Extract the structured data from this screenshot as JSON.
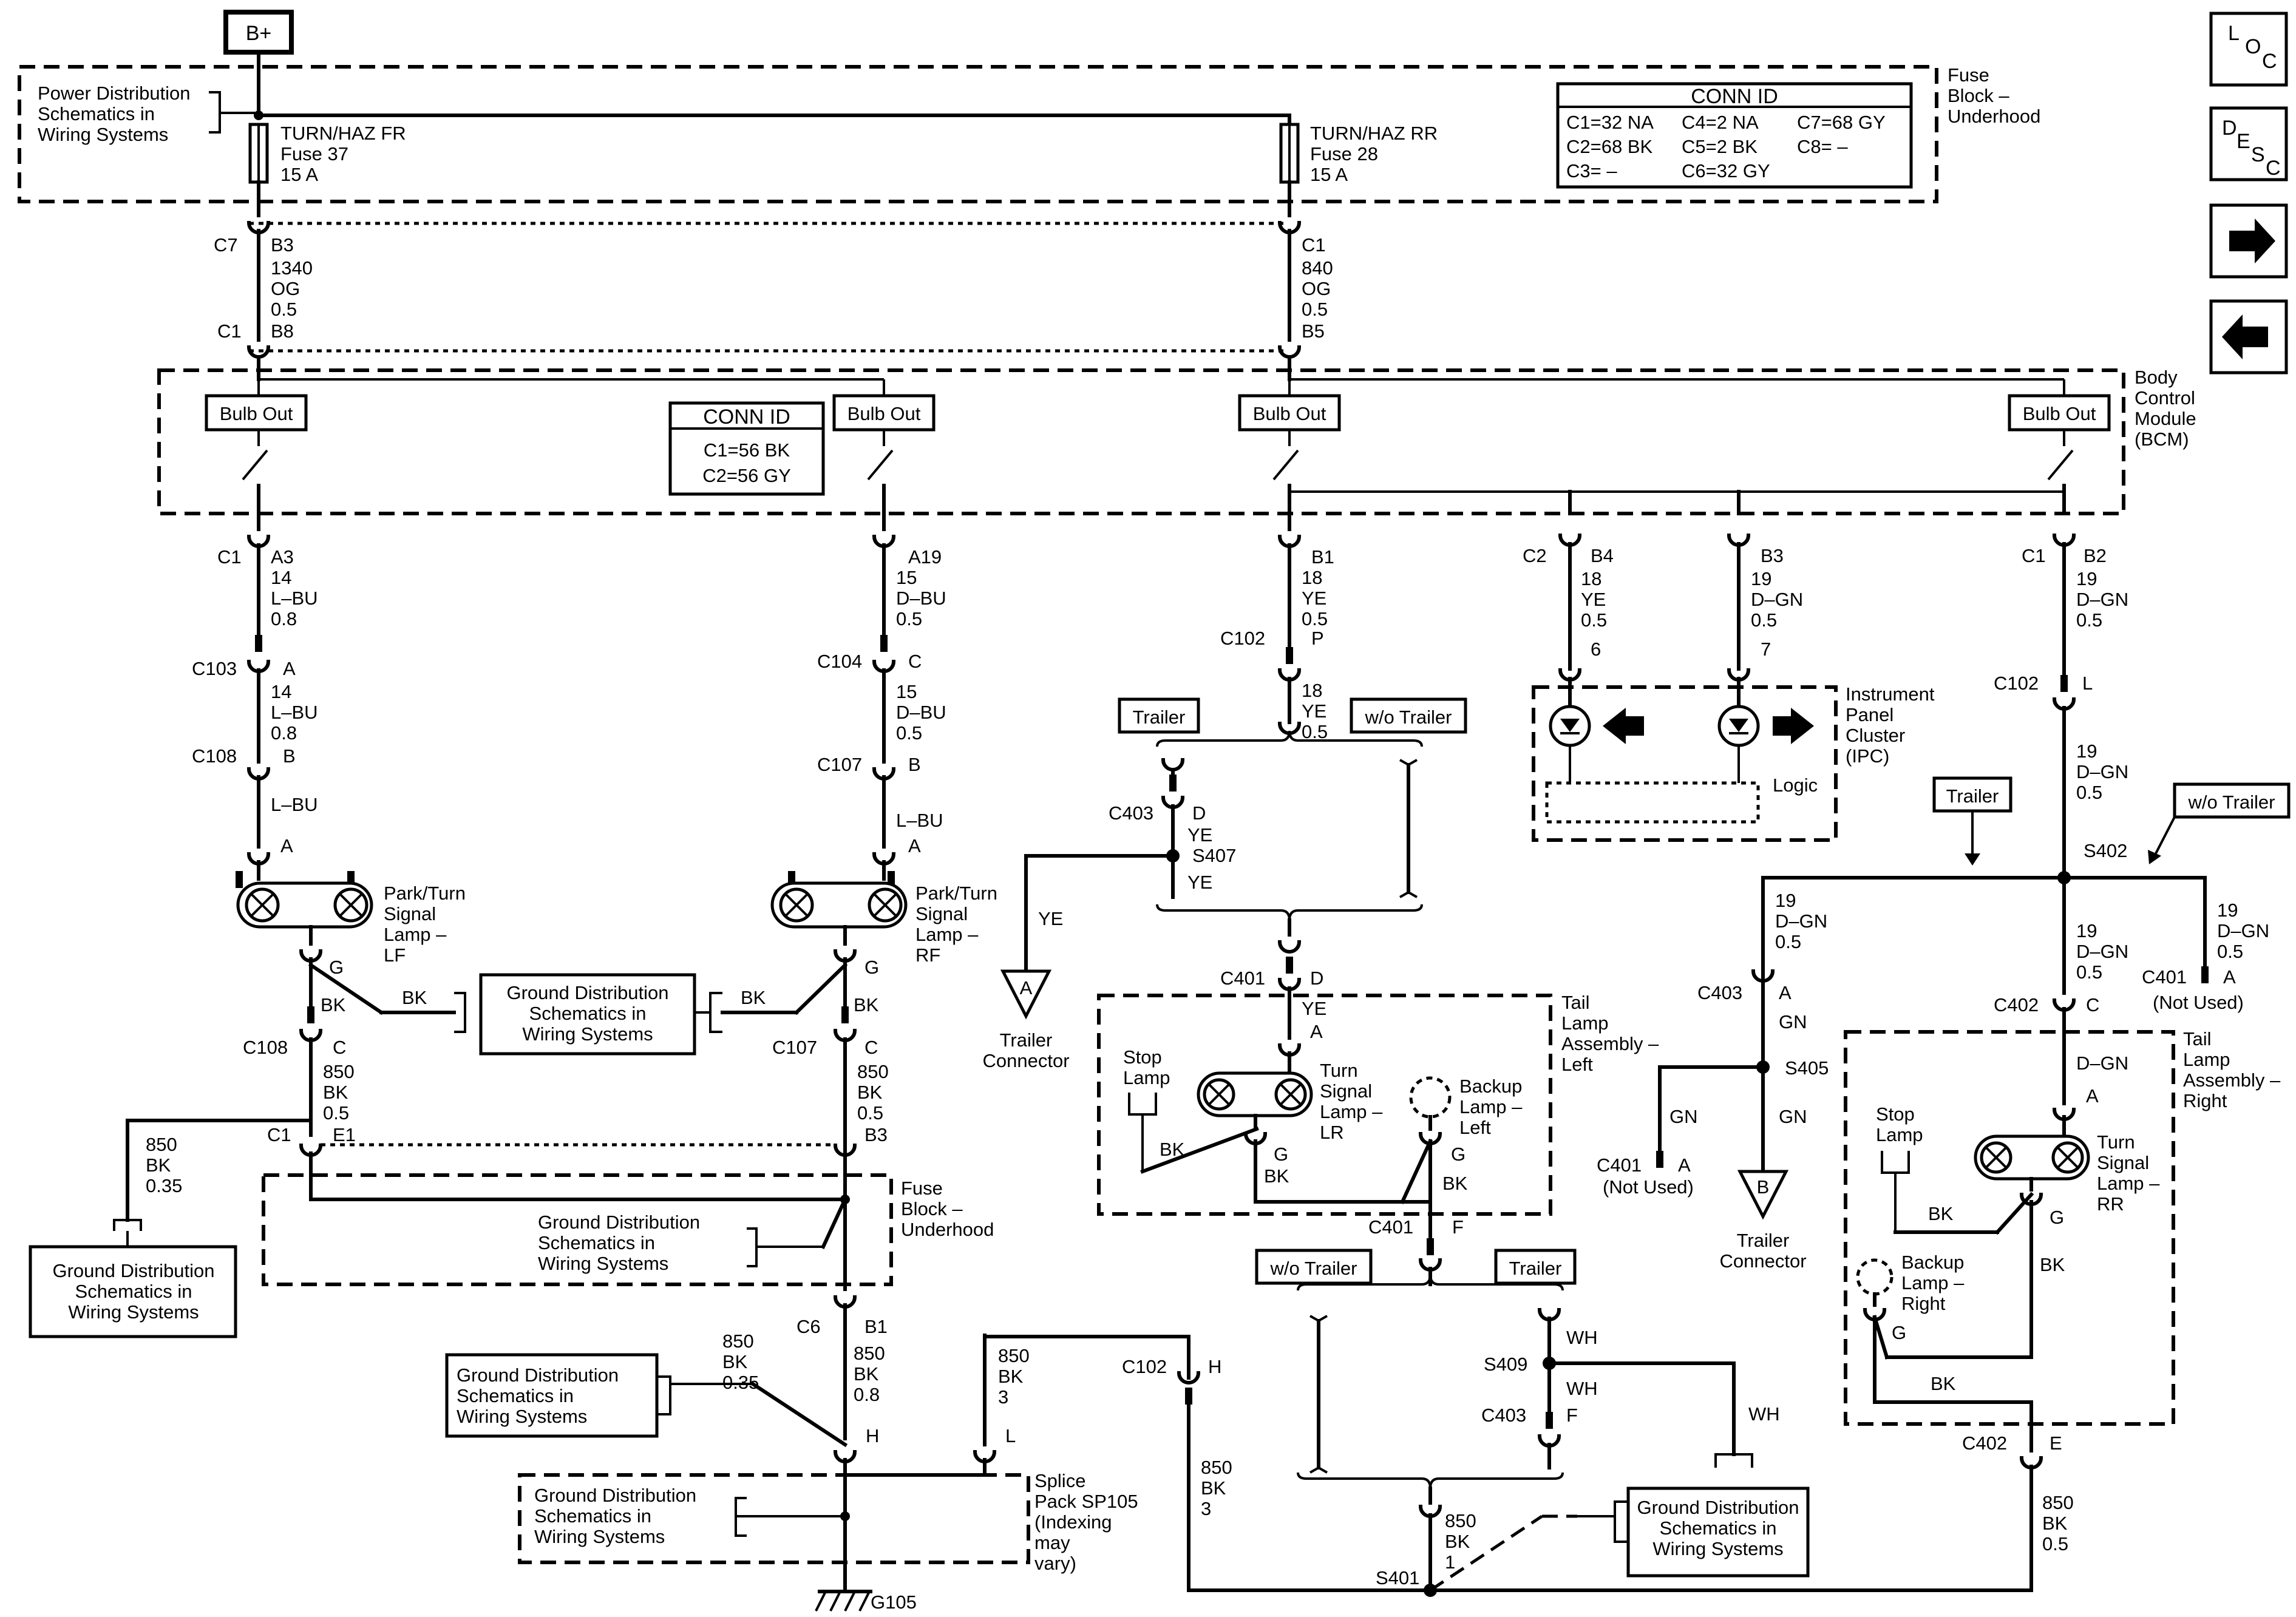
{
  "supply": {
    "label": "B+"
  },
  "fuse_block_top": {
    "ref_text": [
      "Power Distribution",
      "Schematics in",
      "Wiring Systems"
    ],
    "name": [
      "Fuse",
      "Block –",
      "Underhood"
    ],
    "fuse_fr": [
      "TURN/HAZ FR",
      "Fuse 37",
      "15 A"
    ],
    "fuse_rr": [
      "TURN/HAZ RR",
      "Fuse 28",
      "15 A"
    ],
    "conn_id": {
      "title": "CONN ID",
      "rows": [
        [
          "C1=32 NA",
          "C4=2 NA",
          "C7=68 GY"
        ],
        [
          "C2=68 BK",
          "C5=2 BK",
          "C8= –"
        ],
        [
          "C3= –",
          "C6=32 GY",
          ""
        ]
      ]
    }
  },
  "nav": {
    "loc_icon": [
      "L",
      "O",
      "C"
    ],
    "desc_icon": [
      "D",
      "E",
      "S",
      "C"
    ]
  },
  "fb_bcm_wires": {
    "left": {
      "conn_top": "C7",
      "pin_top": "B3",
      "circuit": [
        "1340",
        "OG",
        "0.5"
      ],
      "conn_bot": "C1",
      "pin_bot": "B8"
    },
    "right": {
      "pin_top": "C1",
      "circuit": [
        "840",
        "OG",
        "0.5"
      ],
      "pin_bot": "B5"
    }
  },
  "bcm": {
    "name": [
      "Body",
      "Control",
      "Module",
      "(BCM)"
    ],
    "bulb_out": "Bulb Out",
    "conn_id": {
      "title": "CONN ID",
      "rows": [
        "C1=56 BK",
        "C2=56 GY"
      ]
    }
  },
  "lf_branch": {
    "conn1": "C1",
    "pin1": "A3",
    "wire1": [
      "14",
      "L–BU",
      "0.8"
    ],
    "conn2": "C103",
    "pin2": "A",
    "wire2": [
      "14",
      "L–BU",
      "0.8"
    ],
    "conn3": "C108",
    "pin3": "B",
    "wire3": "L–BU",
    "pin4": "A",
    "lamp": [
      "Park/Turn",
      "Signal",
      "Lamp –",
      "LF"
    ],
    "gnd_pin": "G",
    "gnd_wire": "BK",
    "gnd_wire2": "BK",
    "conn4": "C108",
    "pin5": "C",
    "wire4": [
      "850",
      "BK",
      "0.5"
    ],
    "conn5": "C1",
    "pin6": "E1",
    "wire5": [
      "850",
      "BK",
      "0.35"
    ]
  },
  "rf_branch": {
    "pin1": "A19",
    "wire1": [
      "15",
      "D–BU",
      "0.5"
    ],
    "conn2": "C104",
    "pin2": "C",
    "wire2": [
      "15",
      "D–BU",
      "0.5"
    ],
    "conn3": "C107",
    "pin3": "B",
    "wire3": "L–BU",
    "pin4": "A",
    "lamp": [
      "Park/Turn",
      "Signal",
      "Lamp –",
      "RF"
    ],
    "gnd_pin": "G",
    "gnd_wire": "BK",
    "gnd_wire2": "BK",
    "conn4": "C107",
    "pin5": "C",
    "wire4": [
      "850",
      "BK",
      "0.5"
    ],
    "pin6": "B3"
  },
  "ground_refs": {
    "text": [
      "Ground Distribution",
      "Schematics in",
      "Wiring Systems"
    ]
  },
  "fuse_block_bottom": {
    "name": [
      "Fuse",
      "Block –",
      "Underhood"
    ],
    "conn": "C6",
    "pin": "B1",
    "wire": [
      "850",
      "BK",
      "0.8"
    ],
    "wire_left": [
      "850",
      "BK",
      "0.35"
    ],
    "pin_h": "H",
    "pin_l": "L",
    "wire_right": [
      "850",
      "BK",
      "3"
    ],
    "splice": [
      "Splice",
      "Pack SP105",
      "(Indexing",
      "may",
      "vary)"
    ],
    "ground": "G105"
  },
  "lr_branch": {
    "pin1": "B1",
    "wire1": [
      "18",
      "YE",
      "0.5"
    ],
    "conn2": "C102",
    "pin2": "P",
    "wire2": [
      "18",
      "YE",
      "0.5"
    ],
    "trailer": "Trailer",
    "wo_trailer": "w/o Trailer",
    "conn3": "C403",
    "pin3": "D",
    "wire3": "YE",
    "splice": "S407",
    "wire4": "YE",
    "wire5": "YE",
    "connector_letter": "A",
    "connector": [
      "Trailer",
      "Connector"
    ],
    "conn4": "C401",
    "pin4": "D",
    "wire6": "YE",
    "pin5": "A",
    "assembly": [
      "Tail",
      "Lamp",
      "Assembly –",
      "Left"
    ],
    "stop": [
      "Stop",
      "Lamp"
    ],
    "turn": [
      "Turn",
      "Signal",
      "Lamp –",
      "LR"
    ],
    "backup": [
      "Backup",
      "Lamp –",
      "Left"
    ],
    "gnd_pin": "G",
    "gnd_wire": "BK",
    "gnd_wire2": "BK",
    "bk": "BK",
    "pin_g2": "G",
    "bk2": "BK",
    "conn5": "C401",
    "pin6": "F"
  },
  "lower_center": {
    "wo_trailer": "w/o Trailer",
    "trailer": "Trailer",
    "wh1": "WH",
    "splice": "S409",
    "wh2": "WH",
    "conn": "C403",
    "pin": "F",
    "wh3": "WH",
    "wire": [
      "850",
      "BK",
      "1"
    ],
    "s401": "S401",
    "c102": "C102",
    "c102_pin": "H",
    "wire_h": [
      "850",
      "BK",
      "3"
    ]
  },
  "ipc": {
    "conn1": "C2",
    "pin1": "B4",
    "wire1": [
      "18",
      "YE",
      "0.5"
    ],
    "pin1b": "6",
    "pin2": "B3",
    "wire2": [
      "19",
      "D–GN",
      "0.5"
    ],
    "pin2b": "7",
    "name": [
      "Instrument",
      "Panel",
      "Cluster",
      "(IPC)"
    ],
    "logic": "Logic"
  },
  "rr_branch": {
    "conn1": "C1",
    "pin1": "B2",
    "wire1": [
      "19",
      "D–GN",
      "0.5"
    ],
    "conn2": "C102",
    "pin2": "L",
    "wire2": [
      "19",
      "D–GN",
      "0.5"
    ],
    "trailer": "Trailer",
    "wo_trailer": "w/o Trailer",
    "splice": "S402",
    "left_wire": [
      "19",
      "D–GN",
      "0.5"
    ],
    "mid_wire": [
      "19",
      "D–GN",
      "0.5"
    ],
    "right_wire": [
      "19",
      "D–GN",
      "0.5"
    ],
    "c401": "C401",
    "c401_pin": "A",
    "not_used": "(Not Used)",
    "c403": "C403",
    "c403_pin": "A",
    "gn1": "GN",
    "s405": "S405",
    "gn2": "GN",
    "gn3": "GN",
    "c401b": "C401",
    "c401b_pin": "A",
    "not_used2": "(Not Used)",
    "connector_letter": "B",
    "connector": [
      "Trailer",
      "Connector"
    ],
    "c402": "C402",
    "c402_pin": "C",
    "wire3": "D–GN",
    "pin3": "A",
    "assembly": [
      "Tail",
      "Lamp",
      "Assembly –",
      "Right"
    ],
    "stop": [
      "Stop",
      "Lamp"
    ],
    "turn": [
      "Turn",
      "Signal",
      "Lamp –",
      "RR"
    ],
    "backup": [
      "Backup",
      "Lamp –",
      "Right"
    ],
    "bk1": "BK",
    "pin_g": "G",
    "bk2": "BK",
    "pin_g2": "G",
    "bk3": "BK",
    "c402b": "C402",
    "c402b_pin": "E",
    "wire4": [
      "850",
      "BK",
      "0.5"
    ]
  }
}
